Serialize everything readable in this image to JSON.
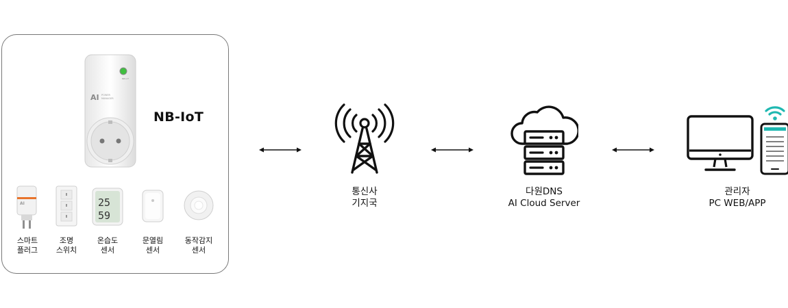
{
  "network_label": "NB-IoT",
  "plug_brand": "AI",
  "plug_brand_sub": "POWER MANAGER",
  "sensor_display": {
    "top": "25",
    "bottom": "59"
  },
  "devices": [
    {
      "line1": "스마트",
      "line2": "플러그"
    },
    {
      "line1": "조명",
      "line2": "스위치"
    },
    {
      "line1": "온습도",
      "line2": "센서"
    },
    {
      "line1": "문열림",
      "line2": "센서"
    },
    {
      "line1": "동작감지",
      "line2": "센서"
    }
  ],
  "nodes": {
    "tower": {
      "line1": "통신사",
      "line2": "기지국"
    },
    "cloud": {
      "line1": "다원DNS",
      "line2": "AI Cloud Server"
    },
    "admin": {
      "line1": "관리자",
      "line2": "PC WEB/APP"
    }
  }
}
